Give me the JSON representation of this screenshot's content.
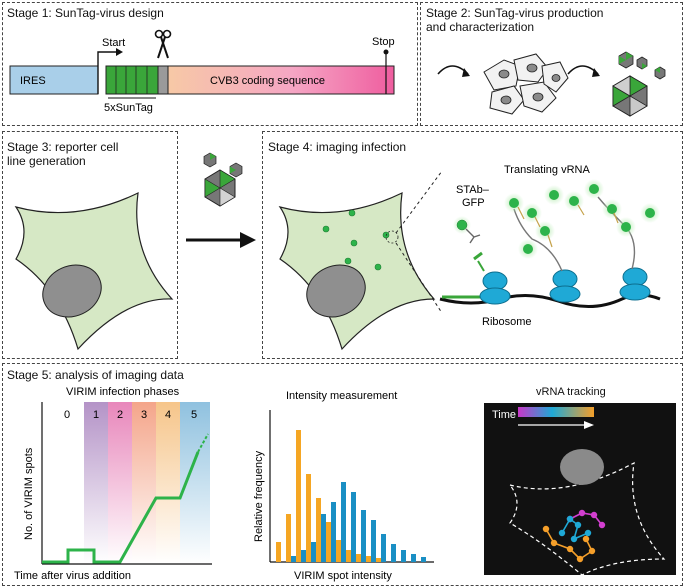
{
  "stages": {
    "s1": {
      "title": "Stage 1: SunTag-virus design"
    },
    "s2": {
      "title": "Stage 2: SunTag-virus production\nand characterization"
    },
    "s3": {
      "title": "Stage 3: reporter cell\nline generation"
    },
    "s4": {
      "title": "Stage 4: imaging infection"
    },
    "s5": {
      "title": "Stage 5: analysis of imaging data"
    }
  },
  "construct": {
    "ires": "IRES",
    "start": "Start",
    "suntag": "5xSunTag",
    "cvb3": "CVB3 coding sequence",
    "stop": "Stop"
  },
  "stage4": {
    "translating": "Translating vRNA",
    "stab": "STAb–\nGFP",
    "ribosome": "Ribosome"
  },
  "phases": {
    "title": "VIRIM infection phases",
    "labels": [
      "0",
      "1",
      "2",
      "3",
      "4",
      "5"
    ],
    "ylabel": "No. of VIRIM spots",
    "xlabel": "Time after virus addition"
  },
  "intensity": {
    "title": "Intensity measurement",
    "ylabel": "Relative frequency",
    "xlabel": "VIRIM spot intensity",
    "colors": {
      "orange": "#f5a623",
      "blue": "#1a8fc4"
    }
  },
  "tracking": {
    "title": "vRNA tracking",
    "time_label": "Time"
  },
  "colors": {
    "ires": "#a9cfe9",
    "suntag": "#3aa63a",
    "green": "#2db34a",
    "cell": "#d6e8c5",
    "ribosome": "#1fa9d6"
  }
}
